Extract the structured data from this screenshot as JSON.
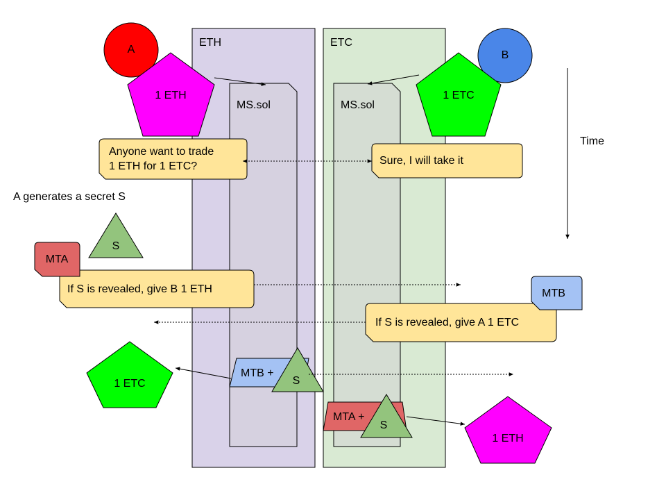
{
  "lanes": {
    "eth": {
      "label": "ETH",
      "fill": "#d9d2e9"
    },
    "etc": {
      "label": "ETC",
      "fill": "#d9ead3"
    }
  },
  "contracts": {
    "eth": {
      "label": "MS.sol"
    },
    "etc": {
      "label": "MS.sol"
    }
  },
  "actors": {
    "a": {
      "label": "A",
      "color": "#ff0000"
    },
    "b": {
      "label": "B",
      "color": "#4a86e8"
    }
  },
  "coins": {
    "a_eth": "1 ETH",
    "b_etc": "1 ETC",
    "a_receives": "1 ETC",
    "b_receives": "1 ETH"
  },
  "coin_colors": {
    "eth": "#ff00ff",
    "etc": "#00ff00"
  },
  "time_label": "Time",
  "messages": {
    "offer_line1": "Anyone want to trade",
    "offer_line2": "1 ETH for 1 ETC?",
    "accept": "Sure, I will take it",
    "mta_condition": "If S is revealed, give B 1 ETH",
    "mtb_condition": "If S is revealed, give A 1 ETC"
  },
  "note_color": "#ffe599",
  "secret": {
    "caption": "A generates a secret S",
    "symbol": "S",
    "color": "#93c47d"
  },
  "tags": {
    "mta": {
      "label": "MTA",
      "color": "#e06666"
    },
    "mtb": {
      "label": "MTB",
      "color": "#a4c2f4"
    },
    "mtb_plus": "MTB +",
    "mta_plus": "MTA +",
    "s_on_mtb": "S",
    "s_on_mta": "S"
  }
}
